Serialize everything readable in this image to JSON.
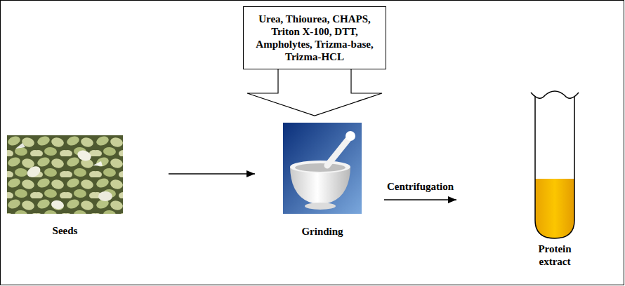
{
  "diagram": {
    "nodes": [
      {
        "text": [
          "Urea, Thiourea, CHAPS, Triton X-100, DTT, Ampholytes, Trizma-base, Trizma-HCL"
        ]
      },
      {
        "text": [
          "Seeds"
        ]
      },
      {
        "text": [
          "Grinding"
        ]
      },
      {
        "text": [
          "Protein extract"
        ]
      }
    ],
    "edges": [
      {
        "from": 0,
        "to": 2,
        "arrow": "to"
      },
      {
        "from": 1,
        "to": 2,
        "arrow": "to"
      },
      {
        "from": 2,
        "to": 3,
        "label": "Centrifugation",
        "arrow": "to"
      }
    ]
  }
}
